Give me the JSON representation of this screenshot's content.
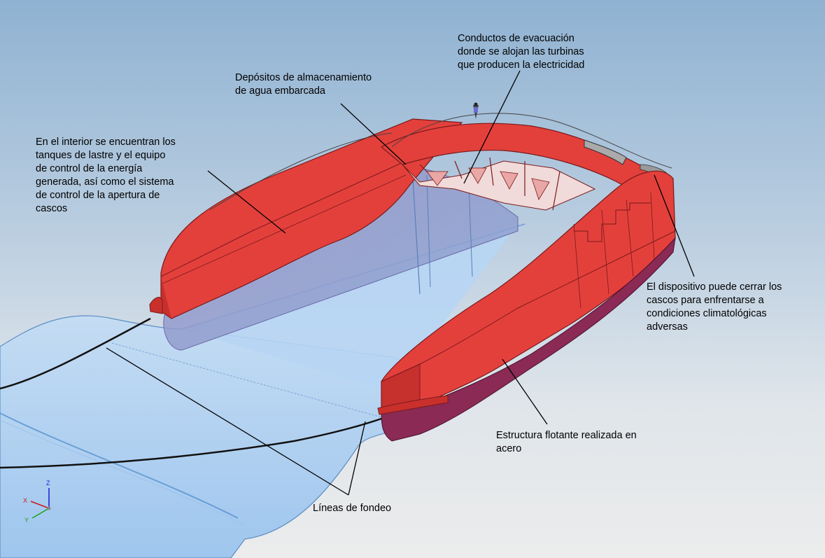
{
  "annotations": {
    "conductos": [
      "Conductos de evacuación",
      "donde se alojan las turbinas",
      "que producen la electricidad"
    ],
    "depositos": [
      "Depósitos de almacenamiento",
      "de agua embarcada"
    ],
    "interior": [
      "En el interior se encuentran los",
      "tanques de lastre y el equipo",
      "de control de la energía",
      "generada, así como el sistema",
      "de control de la apertura de",
      "cascos"
    ],
    "dispositivo": [
      "El dispositivo puede cerrar los",
      "cascos para enfrentarse a",
      "condiciones climatológicas",
      "adversas"
    ],
    "estructura": [
      "Estructura flotante realizada en",
      "acero"
    ],
    "lineas": [
      "Líneas de fondeo"
    ]
  },
  "axes": {
    "z": "Z",
    "x": "X",
    "y": "Y"
  },
  "colors": {
    "hull": "#e3403c",
    "hull_dark": "#b8282a",
    "hull_bottom": "#8a2a55",
    "water": "#a9cdf0",
    "water_line": "#6fa2d8",
    "ramp": "#8f8ec6",
    "leader": "#000000"
  }
}
